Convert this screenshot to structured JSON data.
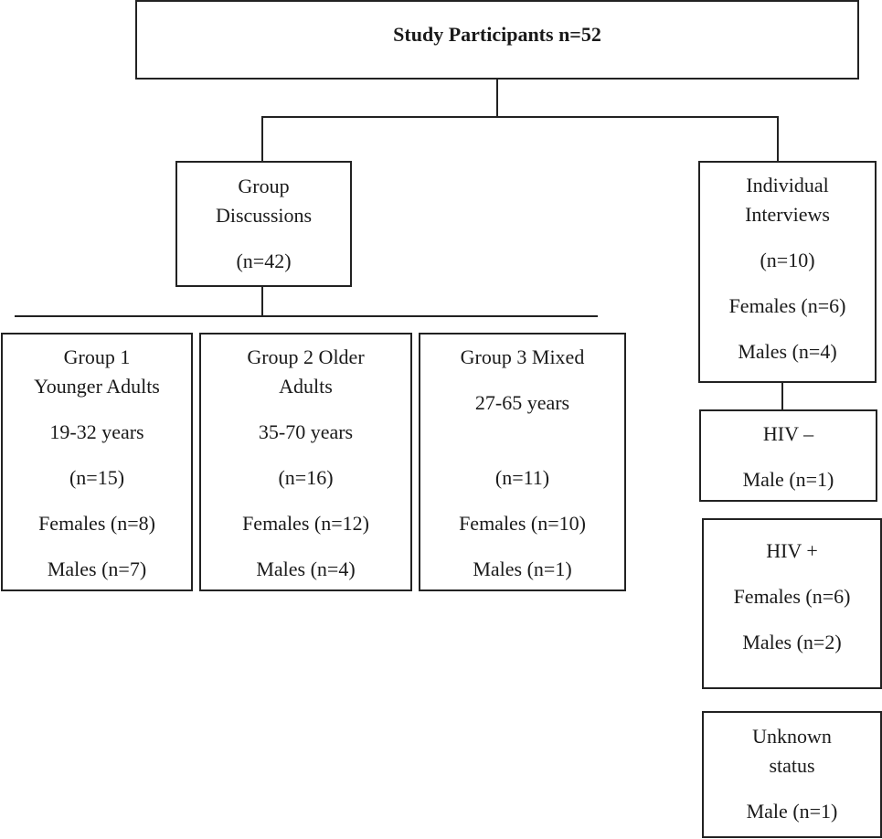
{
  "root": {
    "title": "Study Participants n=52"
  },
  "group_discussions": {
    "line1": "Group",
    "line2": "Discussions",
    "count": "(n=42)"
  },
  "individual_interviews": {
    "line1": "Individual",
    "line2": "Interviews",
    "count": "(n=10)",
    "females": "Females (n=6)",
    "males": "Males (n=4)"
  },
  "groups": [
    {
      "line1": "Group 1",
      "line2": "Younger Adults",
      "age": "19-32 years",
      "count": "(n=15)",
      "females": "Females (n=8)",
      "males": "Males (n=7)"
    },
    {
      "line1": "Group 2 Older",
      "line2": "Adults",
      "age": "35-70 years",
      "count": "(n=16)",
      "females": "Females (n=12)",
      "males": "Males (n=4)"
    },
    {
      "line1": "Group 3 Mixed",
      "age": "27-65 years",
      "count": "(n=11)",
      "females": "Females (n=10)",
      "males": "Males (n=1)"
    }
  ],
  "hiv_negative": {
    "label": "HIV –",
    "males": "Male (n=1)"
  },
  "hiv_positive": {
    "label": "HIV +",
    "females": "Females (n=6)",
    "males": "Males (n=2)"
  },
  "unknown_status": {
    "line1": "Unknown",
    "line2": "status",
    "males": "Male (n=1)"
  }
}
